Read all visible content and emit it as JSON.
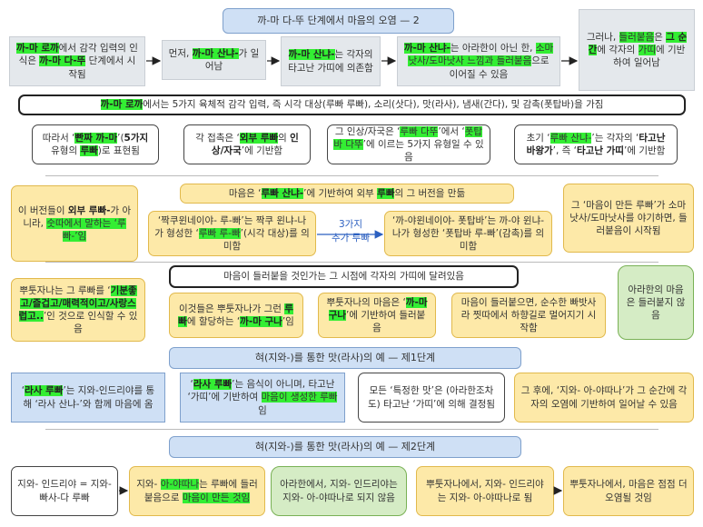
{
  "title_main": "까-마 다-뚜 단계에서 마음의 오염 — 2",
  "row1": {
    "b1": "까-마 로까에서 감각 입력의 인식은 까-마 다-뚜 단계에서 시작됨",
    "b2": "먼저, 까-마 산냐-가 일어남",
    "b3": "까-마 산냐-는 각자의 타고난 가띠에 의존함",
    "b4": "까-마 산냐-는 아라한이 아닌 한, 소마낫사/도마낫사 느낌과 들러붙음으로 이어질 수 있음",
    "b5": "그러나, 들러붙음은 그 순간에 각자의 가띠에 기반하여 일어남"
  },
  "banner1": "까-마 로까에서는 5가지 육체적 감각 입력, 즉 시각 대상(루빠 루빠), 소리(삿다), 맛(라사), 냄새(간다), 및 감촉(폿탑바)을 가짐",
  "row2": {
    "b1": "따라서 ‘빤짜 까-마’(5가지 유형의 루빠)로 표현됨",
    "b2": "각 접촉은 ‘외부 루빠의 인상/자국’에 기반함",
    "b3": "그 인상/자국은 ‘루빠 다뚜’에서 ‘폿탑바 다뚜’에 이르는 5가지 유형일 수 있음",
    "b4": "초기 ‘루빠 산냐-’는 각자의 ‘타고난 바왕가’, 즉 ‘타고난 가띠’에 기반함"
  },
  "row3": {
    "left": "이 버전들이 외부 루빠-가 아니라, 숫따에서 말하는 ‘루빠-’임",
    "top": "마음은 ‘루빠 산냐-’에 기반하여 외부 루빠의 그 버전을 만듦",
    "mid_left": "‘짝쿠윈네이야- 루-빠’는 짝쿠 윈냐-나가 형성한 ‘루빠 루-빠’(시각 대상)를 의미함",
    "arrow_label_1": "3가지",
    "arrow_label_2": "추가 루빠",
    "mid_right": "‘까-야윈네이야- 폿탑바’는 까-야 윈냐-나가 형성한 ‘폿탑바 루-빠’(감촉)를 의미함",
    "right": "그 ‘마음이 만든 루빠’가 소마낫사/도마낫사를 야기하면, 들러붙음이 시작됨"
  },
  "row4": {
    "left": "뿌툿자나는 그 루빠를 ‘기분좋고/즐겁고/매력적이고/사랑스럽고..’인 것으로 인식할 수 있음",
    "banner": "마음이 들러붙을 것인가는 그 시점에 각자의 가띠에 달려있음",
    "b1": "이것들은 뿌툿자나가 그런 루빠에 할당하는 ‘까-마 구나’임",
    "b2": "뿌툿자나의 마음은 ‘까-마 구나’에 기반하여 들러붙음",
    "b3": "마음이 들러붙으면, 순수한 빠밧사라 찟따에서 하향길로 멀어지기 시작함",
    "green": "아라한의 마음은 들러붙지 않음"
  },
  "step1": {
    "title": "혀(지와-)를 통한 맛(라사)의 예 — 제1단계",
    "b1": "‘라사 루빠’는 지와-인드리야를 통해 ‘라사 산냐-’와 함께 마음에 옴",
    "b2": "‘라사 루빠’는 음식이 아니며, 타고난 ‘가띠’에 기반하여 마음이 생성한 루빠임",
    "b3": "모든 ‘특정한 맛’은 (아라한조차도) 타고난 ‘가띠’에 의해 결정됨",
    "b4": "그 후에, ‘지와- 아-야따나’가 그 순간에 각자의 오염에 기반하여 일어날 수 있음"
  },
  "step2": {
    "title": "혀(지와-)를 통한 맛(라사)의 예 — 제2단계",
    "b1": "지와- 인드리야 = 지와- 빠사-다 루빠",
    "b2": "지와- 아-야따나는 루빠에 들러붙음으로 마음이 만든 것임",
    "b3": "아라한에서, 지와- 인드리야는 지와- 아-야따나로 되지 않음",
    "b4": "뿌툿자나에서, 지와- 인드리야는 지와- 아-야따나로 됨",
    "b5": "뿌툿자나에서, 마음은 점점 더 오염될 것임"
  }
}
